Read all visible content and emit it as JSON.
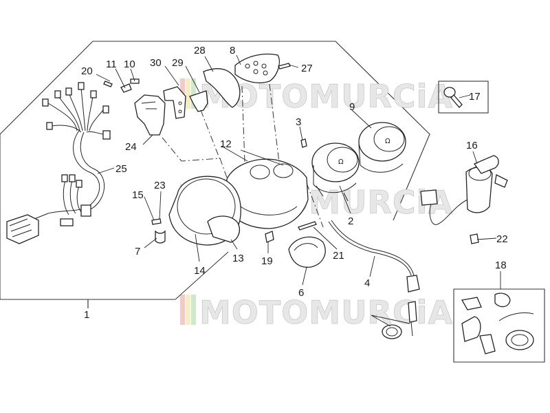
{
  "callouts": {
    "c1": "1",
    "c2": "2",
    "c3": "3",
    "c4": "4",
    "c6": "6",
    "c7": "7",
    "c8": "8",
    "c9": "9",
    "c10": "10",
    "c11": "11",
    "c12": "12",
    "c13": "13",
    "c14": "14",
    "c15": "15",
    "c16": "16",
    "c17": "17",
    "c18": "18",
    "c19": "19",
    "c20": "20",
    "c21": "21",
    "c22": "22",
    "c23": "23",
    "c24": "24",
    "c25": "25",
    "c27": "27",
    "c28": "28",
    "c29": "29",
    "c30": "30"
  },
  "watermark": {
    "text": "MOTOMURCiA"
  }
}
